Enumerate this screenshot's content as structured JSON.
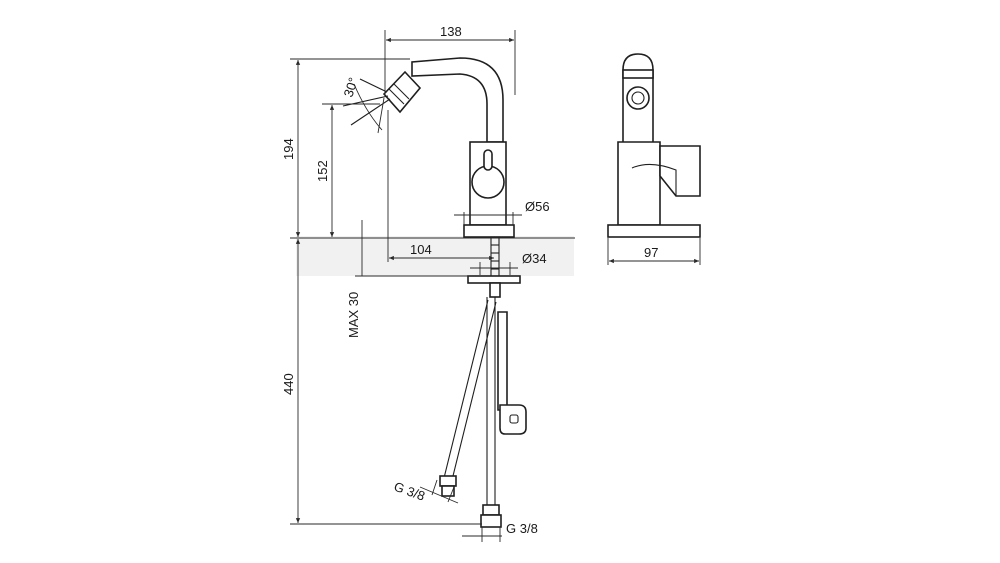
{
  "dimensions": {
    "width_top": "138",
    "spray_angle": "30°",
    "total_height": "194",
    "spout_height": "152",
    "body_diameter": "Ø56",
    "reach": "104",
    "hole_diameter": "Ø34",
    "max_deck": "MAX 30",
    "hose_length": "440",
    "thread_left": "G 3/8",
    "thread_bottom": "G 3/8",
    "side_width": "97"
  },
  "colors": {
    "line": "#1f1f1f",
    "shade": "#e6e6e6",
    "background": "#ffffff"
  }
}
